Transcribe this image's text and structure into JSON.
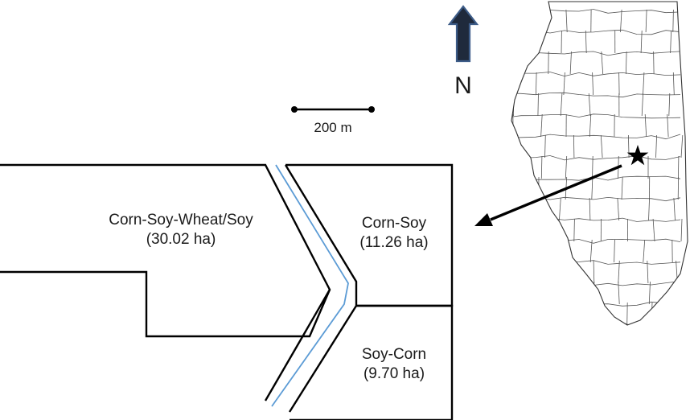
{
  "north": {
    "label": "N"
  },
  "scale_bar": {
    "label": "200 m"
  },
  "fields": [
    {
      "name": "Corn-Soy-Wheat/Soy",
      "area": "(30.02 ha)"
    },
    {
      "name": "Corn-Soy",
      "area": "(11.26 ha)"
    },
    {
      "name": "Soy-Corn",
      "area": "(9.70 ha)"
    }
  ],
  "colors": {
    "field_boundary": "#000000",
    "stream": "#5b9bd5",
    "north_arrow_fill": "#1f2a3c",
    "north_arrow_outline": "#3d5c88",
    "county_lines": "#555555"
  },
  "icons": [
    "north-arrow-icon",
    "star-icon"
  ]
}
